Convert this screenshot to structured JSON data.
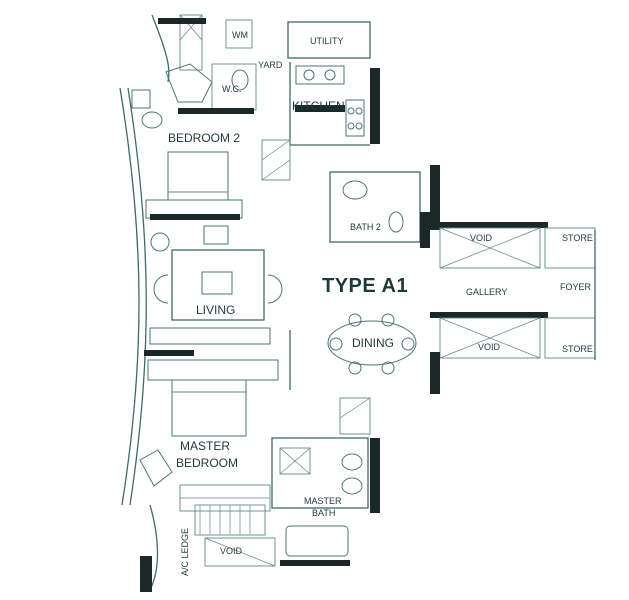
{
  "plan": {
    "type_label": "TYPE A1",
    "rooms": {
      "wm": "WM",
      "utility": "UTILITY",
      "yard": "YARD",
      "wc": "W.C.",
      "kitchen": "KITCHEN",
      "bedroom2": "BEDROOM 2",
      "bath2": "BATH 2",
      "living": "LIVING",
      "dining": "DINING",
      "gallery": "GALLERY",
      "foyer": "FOYER",
      "store_top": "STORE",
      "store_bottom": "STORE",
      "void_top": "VOID",
      "void_bottom": "VOID",
      "master_line1": "MASTER",
      "master_line2": "BEDROOM",
      "master_bath_line1": "MASTER",
      "master_bath_line2": "BATH",
      "ac_ledge": "A/C LEDGE",
      "void_ledge": "VOID"
    }
  }
}
